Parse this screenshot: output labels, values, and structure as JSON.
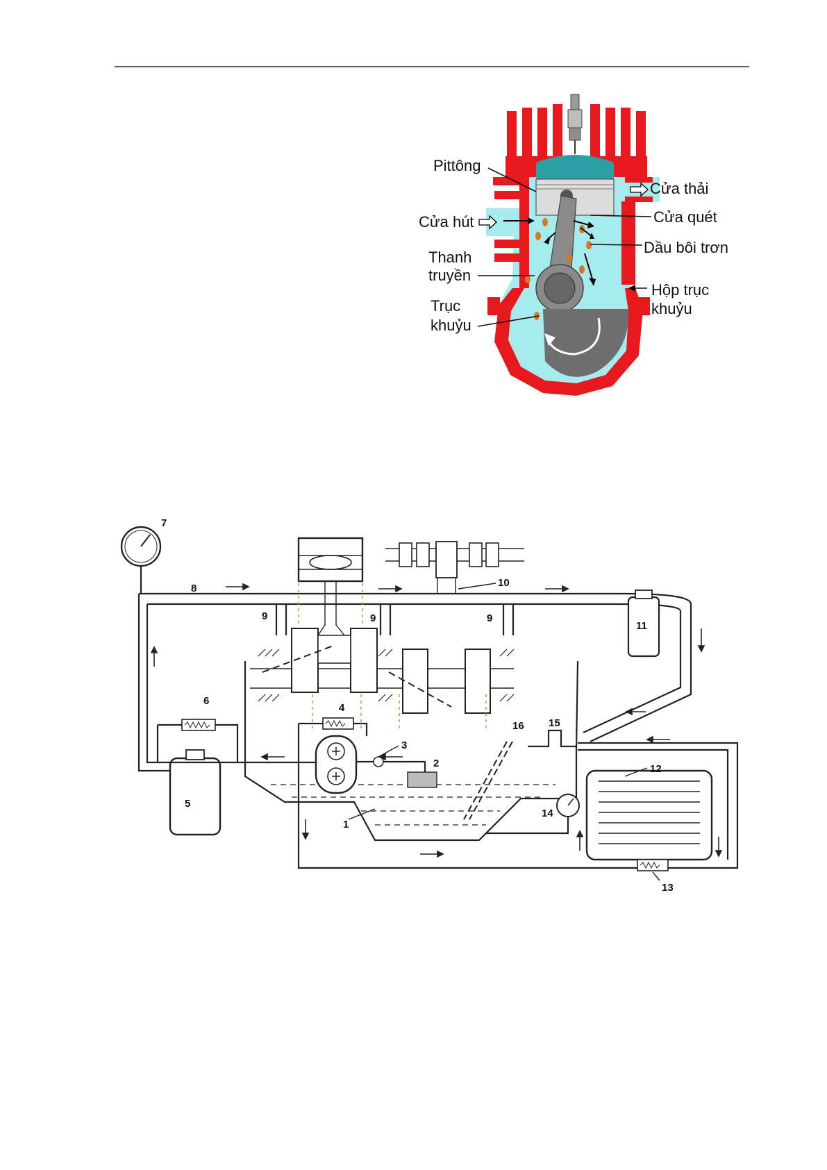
{
  "engine_figure": {
    "labels": {
      "piston": "Pittông",
      "exhaust_port": "Cửa thải",
      "intake_port": "Cửa hút",
      "transfer_port": "Cửa quét",
      "lube_oil": "Dầu bôi trơn",
      "conrod_line1": "Thanh",
      "conrod_line2": "truyền",
      "crankcase_line1": "Hộp trục",
      "crankcase_line2": "khuỷu",
      "crankshaft_line1": "Trục",
      "crankshaft_line2": "khuỷu"
    },
    "colors": {
      "block": "#e8191c",
      "chamber": "#a6ecef",
      "piston_top": "#2aa0a4",
      "crank": "#6e6e6e",
      "oil_drop": "#d77a1f"
    }
  },
  "lube_figure": {
    "numbers": [
      "1",
      "2",
      "3",
      "4",
      "5",
      "6",
      "7",
      "8",
      "9",
      "9",
      "9",
      "10",
      "11",
      "12",
      "13",
      "14",
      "15",
      "16"
    ]
  }
}
